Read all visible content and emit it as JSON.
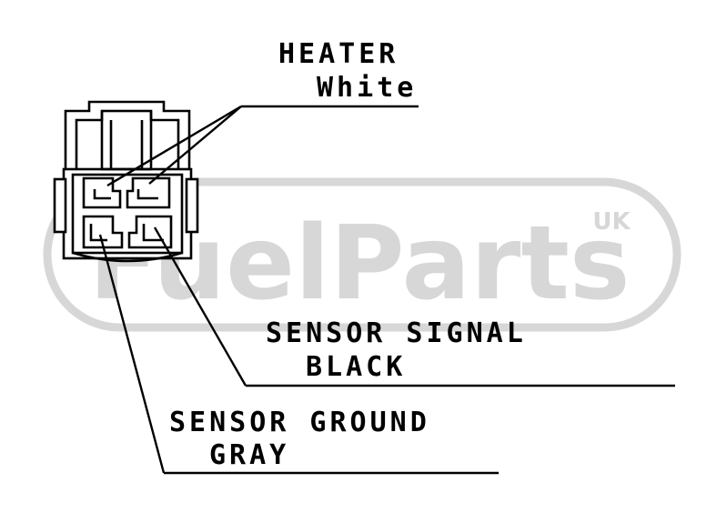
{
  "watermark": {
    "brand": "FuelParts",
    "region": "UK",
    "color": "#d7d7d7"
  },
  "labels": {
    "heater": {
      "name": "HEATER",
      "color": "White"
    },
    "signal": {
      "name": "SENSOR SIGNAL",
      "color": "BLACK"
    },
    "ground": {
      "name": "SENSOR GROUND",
      "color": "GRAY"
    }
  }
}
